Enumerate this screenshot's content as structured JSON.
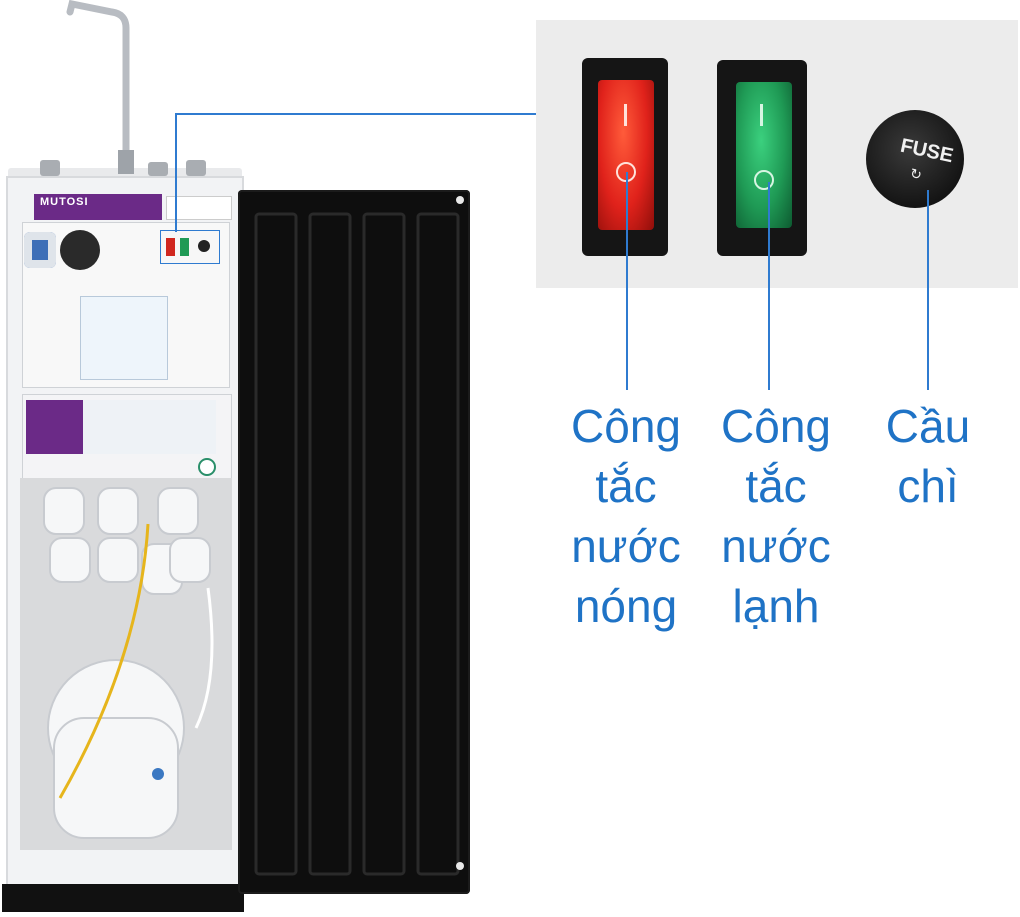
{
  "brand_text": "MUTOSI",
  "fuse_text": "FUSE",
  "labels": {
    "hot_switch": [
      "Công",
      "tắc",
      "nước",
      "nóng"
    ],
    "cold_switch": [
      "Công",
      "tắc",
      "nước",
      "lạnh"
    ],
    "fuse": [
      "Cầu",
      "chì"
    ]
  },
  "colors": {
    "label_blue": "#1f73c6",
    "hot_switch_red": "#e0221b",
    "cold_switch_green": "#1f9a55",
    "door_black": "#0e0e0e"
  }
}
